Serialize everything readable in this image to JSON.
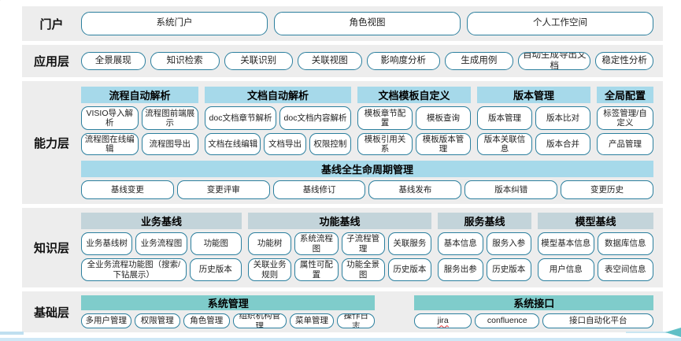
{
  "colors": {
    "band_bg": "#ededed",
    "chip_border": "#2b7f9e",
    "capability_header_bg": "#a6d9ea",
    "knowledge_header_bg": "#c3d4da",
    "foundation_header_bg": "#7fcccb",
    "bottom_strip": "#cfe8f6",
    "arrow_head": "#5fbfc6",
    "misspell_underline": "#e03131"
  },
  "layers": {
    "portal": {
      "label": "门户",
      "items": [
        "系统门户",
        "角色视图",
        "个人工作空间"
      ]
    },
    "application": {
      "label": "应用层",
      "items": [
        {
          "label": "全景展现",
          "flex": 1.12
        },
        {
          "label": "知识检索",
          "flex": 1.22
        },
        {
          "label": "关联识别",
          "flex": 1.2
        },
        {
          "label": "关联视图",
          "flex": 1.13
        },
        {
          "label": "影响度分析",
          "flex": 1.29
        },
        {
          "label": "生成用例",
          "flex": 1.21
        },
        {
          "label": "自动生成导出文档",
          "flex": 1.28
        },
        {
          "label": "稳定性分析",
          "flex": 1.0
        }
      ]
    },
    "capability": {
      "label": "能力层",
      "groups": [
        {
          "title": "流程自动解析",
          "flex": 1.49,
          "rows": [
            [
              "VISIO导入解析",
              "流程图前端展示"
            ],
            [
              "流程图在线编辑",
              "流程图导出"
            ]
          ]
        },
        {
          "title": "文档自动解析",
          "flex": 1.86,
          "rows": [
            [
              "doc文档章节解析",
              "doc文档内容解析"
            ],
            [
              {
                "label": "文档在线编辑",
                "flex": 1.4
              },
              "文档导出",
              "权限控制"
            ]
          ]
        },
        {
          "title": "文档模板自定义",
          "flex": 1.44,
          "rows": [
            [
              "模板章节配置",
              "模板查询"
            ],
            [
              "模板引用关系",
              "模板版本管理"
            ]
          ]
        },
        {
          "title": "版本管理",
          "flex": 1.44,
          "rows": [
            [
              "版本管理",
              "版本比对"
            ],
            [
              "版本关联信息",
              "版本合并"
            ]
          ]
        },
        {
          "title": "全局配置",
          "flex": 0.72,
          "rows": [
            [
              "标签管理/自定义"
            ],
            [
              "产品管理"
            ]
          ]
        }
      ],
      "baseline": {
        "title": "基线全生命周期管理",
        "items": [
          "基线变更",
          "变更评审",
          "基线修订",
          "基线发布",
          "版本纠错",
          "变更历史"
        ]
      }
    },
    "knowledge": {
      "label": "知识层",
      "groups": [
        {
          "title": "业务基线",
          "flex": 2.04,
          "rows": [
            [
              "业务基线树",
              "业务流程图",
              "功能图"
            ],
            [
              {
                "label": "全业务流程功能图（搜索/下钻展示）",
                "flex": 2.15
              },
              "历史版本"
            ]
          ]
        },
        {
          "title": "功能基线",
          "flex": 2.33,
          "rows": [
            [
              "功能树",
              "系统流程图",
              "子流程管理",
              "关联服务"
            ],
            [
              "关联业务规则",
              "属性可配置",
              "功能全景图",
              "历史版本"
            ]
          ]
        },
        {
          "title": "服务基线",
          "flex": 1.19,
          "rows": [
            [
              "基本信息",
              "服务入参"
            ],
            [
              "服务出参",
              "历史版本"
            ]
          ]
        },
        {
          "title": "模型基线",
          "flex": 1.47,
          "rows": [
            [
              "模型基本信息",
              "数据库信息"
            ],
            [
              "用户信息",
              "表空间信息"
            ]
          ]
        }
      ]
    },
    "foundation": {
      "label": "基础层",
      "groups": [
        {
          "title": "系统管理",
          "flex": 1.23,
          "rows": [
            [
              {
                "label": "多用户管理",
                "flex": 1.1
              },
              "权限管理",
              "角色管理",
              {
                "label": "组织机构管理",
                "flex": 1.2
              },
              {
                "label": "菜单管理",
                "flex": 0.95
              },
              {
                "label": "操作日志",
                "flex": 0.8
              }
            ]
          ]
        },
        {
          "title": "系统接口",
          "flex": 1.0,
          "rows": [
            [
              {
                "label": "jira",
                "underline": true
              },
              {
                "label": "confluence",
                "flex": 1.15
              },
              {
                "label": "接口自动化平台",
                "flex": 2.05
              }
            ]
          ]
        }
      ]
    }
  }
}
